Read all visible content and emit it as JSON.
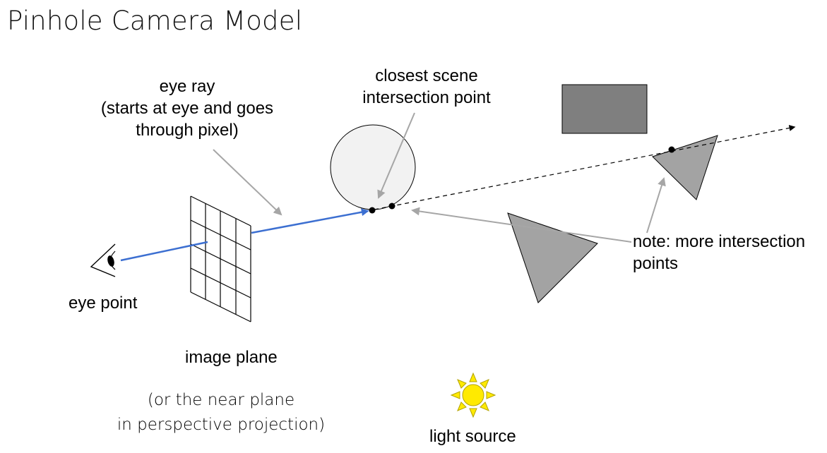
{
  "title": "Pinhole Camera Model",
  "labels": {
    "eye_ray": [
      "eye ray",
      "(starts at eye and goes",
      "through pixel)"
    ],
    "closest_point": [
      "closest scene",
      "intersection point"
    ],
    "note": [
      "note: more intersection",
      "points"
    ],
    "eye_point": "eye point",
    "image_plane": "image plane",
    "near_plane": [
      "(or the near plane",
      "in perspective projection)"
    ],
    "light_source": "light source"
  },
  "colors": {
    "eye_ray": "#3c6fd1",
    "annotation_arrow": "#a6a6a6",
    "sphere_fill": "#f2f2f2",
    "rectangle_fill": "#7f7f7f",
    "triangle_fill": "#a3a3a3",
    "sun_fill": "#ffea00",
    "sun_stroke": "#b3a300"
  },
  "icons": [
    "eye-icon",
    "sun-icon"
  ]
}
